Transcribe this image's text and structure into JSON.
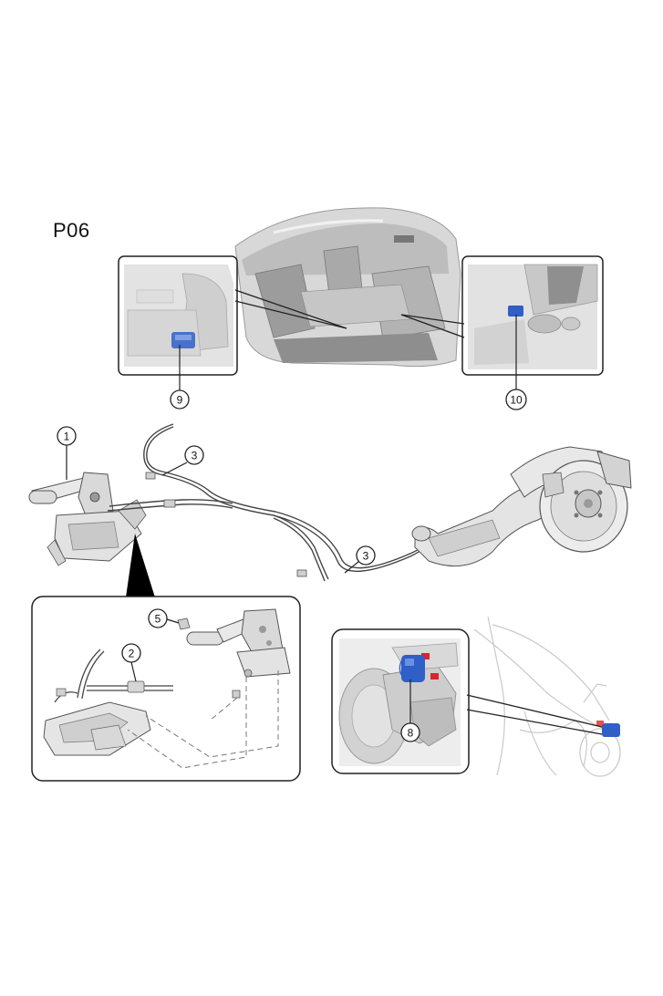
{
  "diagram": {
    "code": "P06",
    "callouts": {
      "c1": "1",
      "c2": "2",
      "c3a": "3",
      "c3b": "3",
      "c5": "5",
      "c8": "8",
      "c9": "9",
      "c10": "10"
    },
    "colors": {
      "highlight": "#2f5fc7",
      "line": "#222222",
      "part_fill": "#e6e6e6",
      "part_stroke": "#6a6a6a",
      "ghost": "#c9c9c9",
      "accent_red": "#d8252e"
    }
  }
}
